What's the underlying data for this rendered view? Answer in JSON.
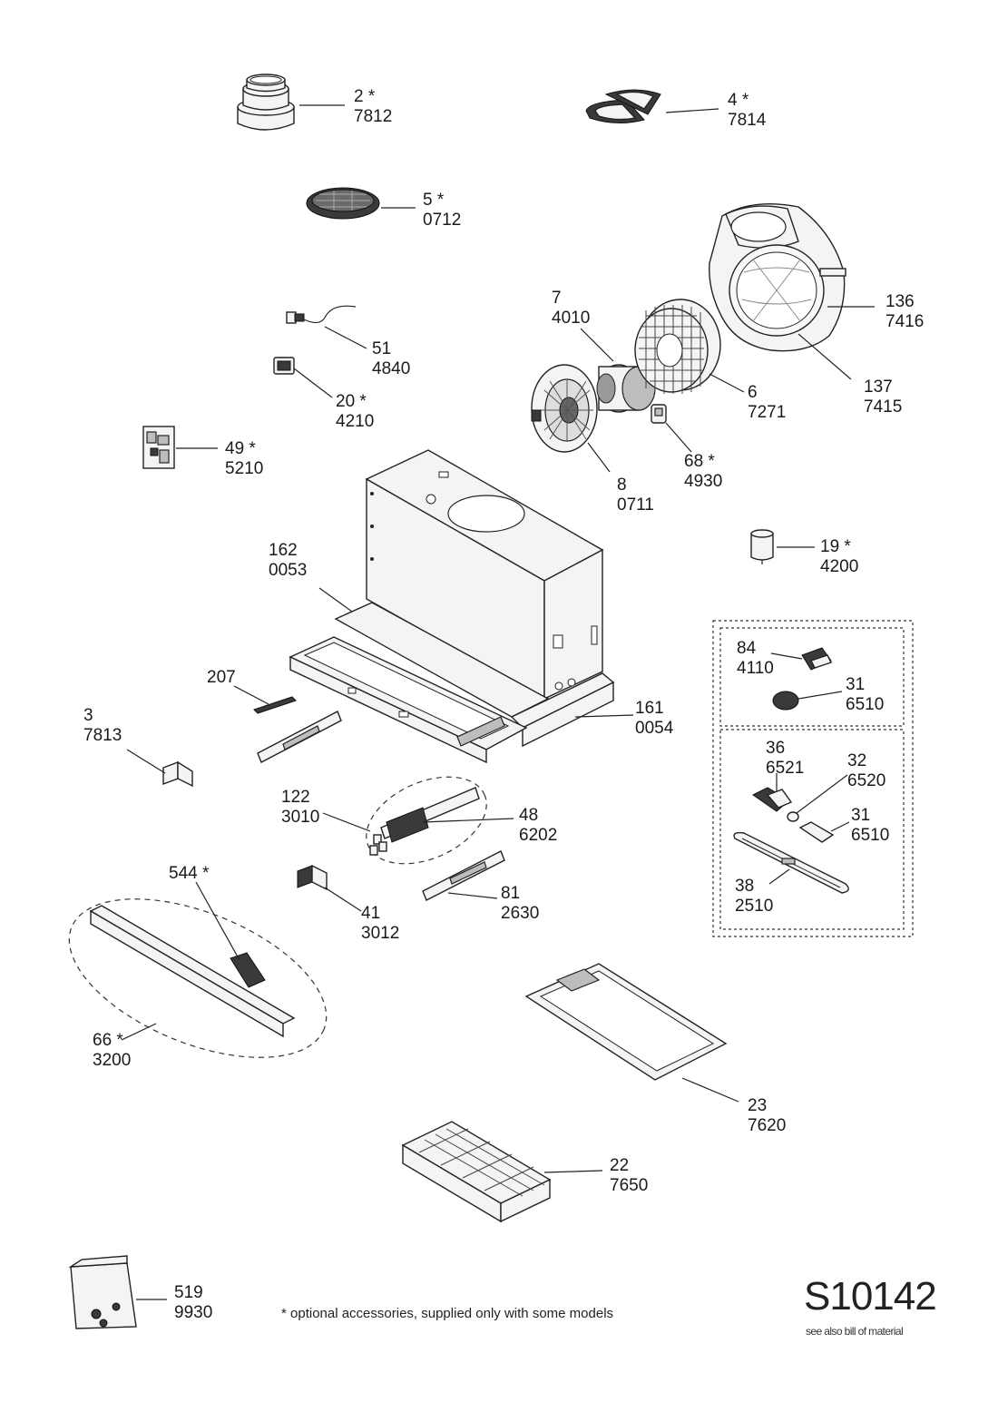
{
  "parts": [
    {
      "id": "p2",
      "ref": "2 *",
      "code": "7812"
    },
    {
      "id": "p4",
      "ref": "4 *",
      "code": "7814"
    },
    {
      "id": "p5",
      "ref": "5 *",
      "code": "0712"
    },
    {
      "id": "p7",
      "ref": "7",
      "code": "4010"
    },
    {
      "id": "p136",
      "ref": "136",
      "code": "7416"
    },
    {
      "id": "p51",
      "ref": "51",
      "code": "4840"
    },
    {
      "id": "p20",
      "ref": "20 *",
      "code": "4210"
    },
    {
      "id": "p6",
      "ref": "6",
      "code": "7271"
    },
    {
      "id": "p137",
      "ref": "137",
      "code": "7415"
    },
    {
      "id": "p49",
      "ref": "49 *",
      "code": "5210"
    },
    {
      "id": "p68",
      "ref": "68 *",
      "code": "4930"
    },
    {
      "id": "p8",
      "ref": "8",
      "code": "0711"
    },
    {
      "id": "p19",
      "ref": "19 *",
      "code": "4200"
    },
    {
      "id": "p162",
      "ref": "162",
      "code": "0053"
    },
    {
      "id": "p84",
      "ref": "84",
      "code": "4110"
    },
    {
      "id": "p31a",
      "ref": "31",
      "code": "6510"
    },
    {
      "id": "p207",
      "ref": "207",
      "code": ""
    },
    {
      "id": "p161",
      "ref": "161",
      "code": "0054"
    },
    {
      "id": "p3",
      "ref": "3",
      "code": "7813"
    },
    {
      "id": "p36",
      "ref": "36",
      "code": "6521"
    },
    {
      "id": "p32",
      "ref": "32",
      "code": "6520"
    },
    {
      "id": "p122",
      "ref": "122",
      "code": "3010"
    },
    {
      "id": "p48",
      "ref": "48",
      "code": "6202"
    },
    {
      "id": "p31b",
      "ref": "31",
      "code": "6510"
    },
    {
      "id": "p544",
      "ref": "544 *",
      "code": ""
    },
    {
      "id": "p81",
      "ref": "81",
      "code": "2630"
    },
    {
      "id": "p38",
      "ref": "38",
      "code": "2510"
    },
    {
      "id": "p41",
      "ref": "41",
      "code": "3012"
    },
    {
      "id": "p66",
      "ref": "66 *",
      "code": "3200"
    },
    {
      "id": "p23",
      "ref": "23",
      "code": "7620"
    },
    {
      "id": "p22",
      "ref": "22",
      "code": "7650"
    },
    {
      "id": "p519",
      "ref": "519",
      "code": "9930"
    }
  ],
  "footnote": "* optional accessories, supplied only with some models",
  "drawing_number": "S10142",
  "see_also": "see also bill of material"
}
